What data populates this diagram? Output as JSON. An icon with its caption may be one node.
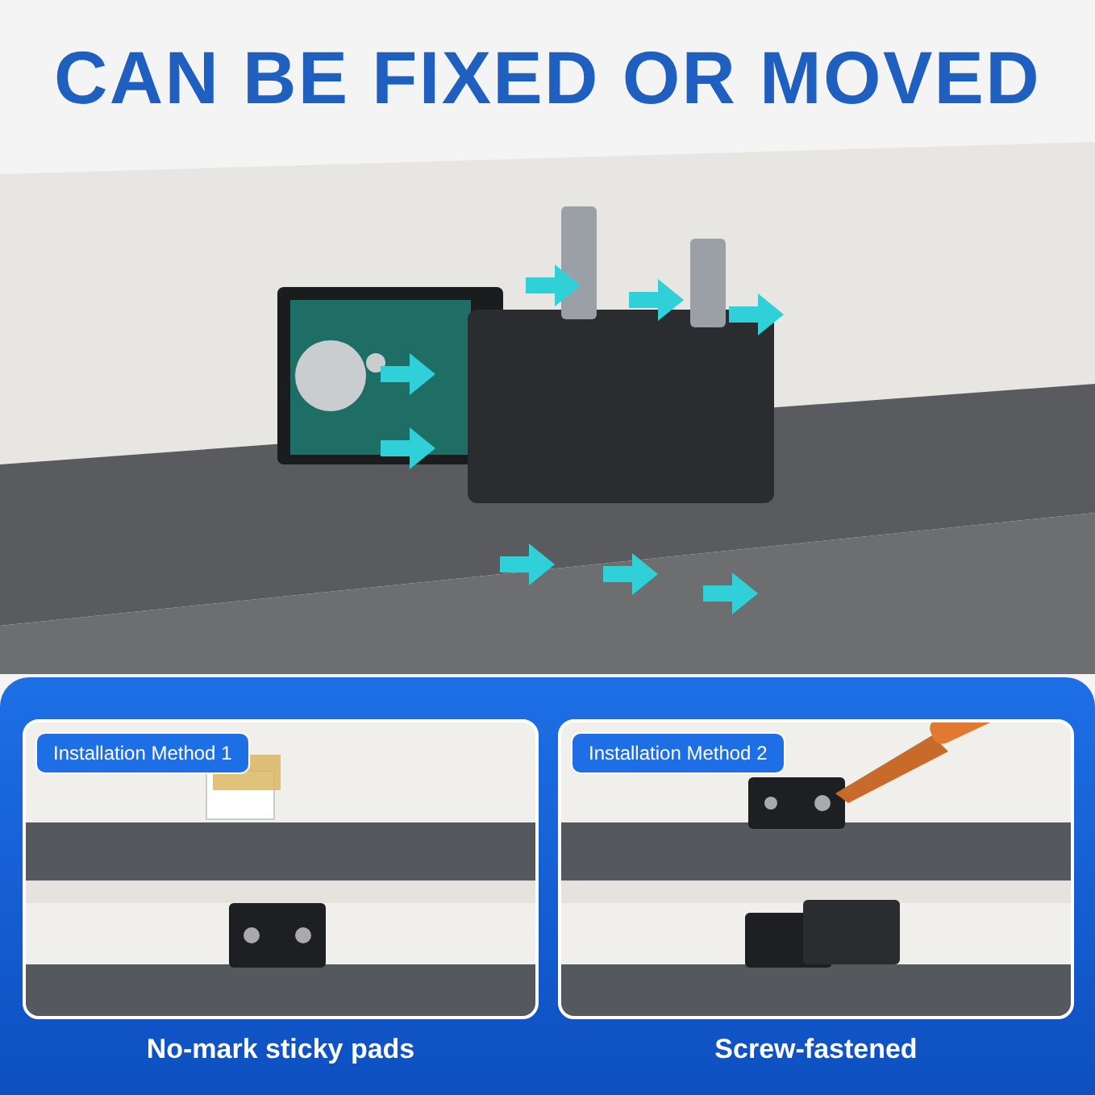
{
  "diagram": {
    "title": "CAN BE FIXED OR MOVED",
    "nodes": [
      {
        "text": [
          "Installation Method 1"
        ],
        "beside": [
          "No-mark sticky pads"
        ]
      },
      {
        "text": [
          "Installation Method 2"
        ],
        "beside": [
          "Screw-fastened"
        ]
      }
    ]
  }
}
